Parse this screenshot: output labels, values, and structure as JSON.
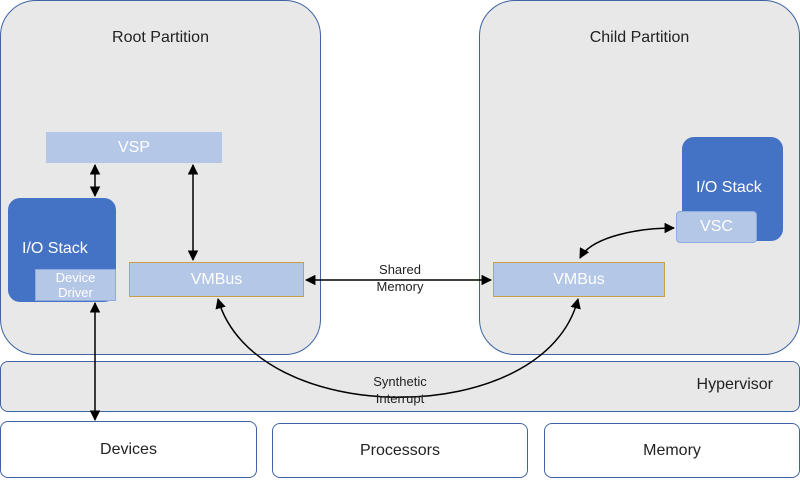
{
  "root_partition": {
    "title": "Root Partition"
  },
  "child_partition": {
    "title": "Child Partition"
  },
  "vsp": {
    "label": "VSP"
  },
  "root_io_stack": {
    "label": "I/O Stack",
    "device_driver": [
      "Device",
      "Driver"
    ]
  },
  "root_vmbus": {
    "label": "VMBus"
  },
  "child_vmbus": {
    "label": "VMBus"
  },
  "child_io_stack": {
    "label": "I/O Stack"
  },
  "vsc": {
    "label": "VSC"
  },
  "shared_memory": {
    "lines": [
      "Shared",
      "Memory"
    ]
  },
  "synthetic_interrupt": {
    "lines": [
      "Synthetic",
      "Interrupt"
    ]
  },
  "hypervisor": {
    "label": "Hypervisor"
  },
  "hardware": {
    "devices": "Devices",
    "processors": "Processors",
    "memory": "Memory"
  },
  "colors": {
    "dark_blue": "#4472c4",
    "light_blue": "#b4c7e7",
    "partition_fill": "#e8e8e8",
    "outline": "#3f63a3",
    "vmbus_border": "#c9a04a"
  }
}
